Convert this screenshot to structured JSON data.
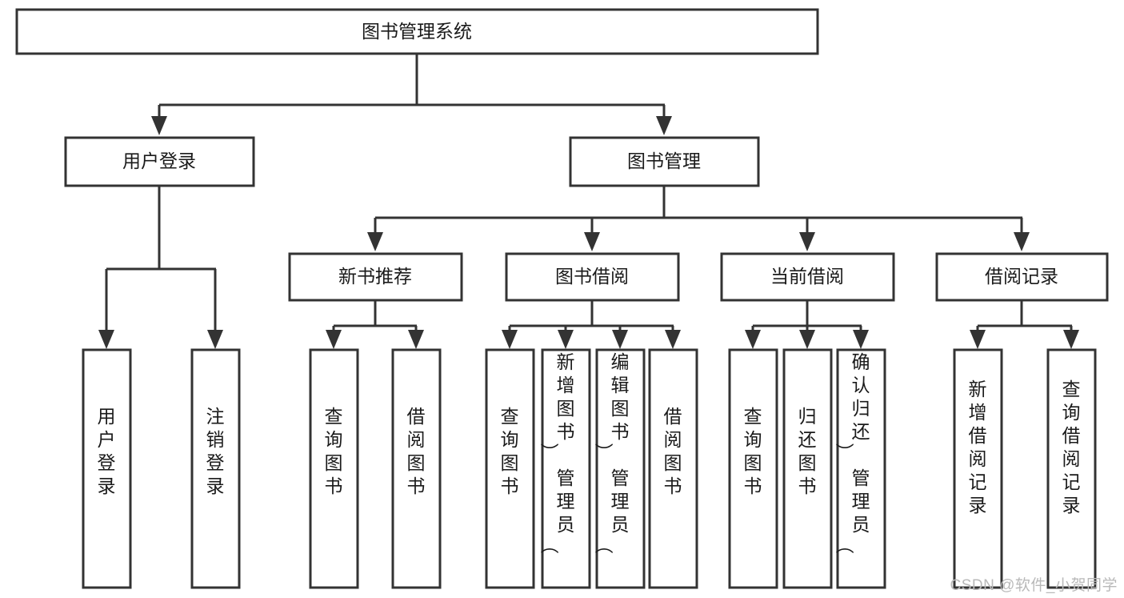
{
  "diagram": {
    "type": "tree-hierarchy",
    "title": "图书管理系统",
    "root": {
      "id": "root",
      "label": "图书管理系统",
      "orientation": "horizontal"
    },
    "level2": [
      {
        "id": "user-login",
        "label": "用户登录",
        "orientation": "horizontal"
      },
      {
        "id": "book-manage",
        "label": "图书管理",
        "orientation": "horizontal"
      }
    ],
    "level3": [
      {
        "id": "new-book-rec",
        "label": "新书推荐",
        "parent": "book-manage",
        "orientation": "horizontal"
      },
      {
        "id": "book-borrow",
        "label": "图书借阅",
        "parent": "book-manage",
        "orientation": "horizontal"
      },
      {
        "id": "current-borrow",
        "label": "当前借阅",
        "parent": "book-manage",
        "orientation": "horizontal"
      },
      {
        "id": "borrow-record",
        "label": "借阅记录",
        "parent": "book-manage",
        "orientation": "horizontal"
      }
    ],
    "leaves": [
      {
        "id": "leaf-user-login",
        "label": "用户登录",
        "parent": "user-login",
        "orientation": "vertical"
      },
      {
        "id": "leaf-user-logout",
        "label": "注销登录",
        "parent": "user-login",
        "orientation": "vertical"
      },
      {
        "id": "leaf-query-book-1",
        "label": "查询图书",
        "parent": "new-book-rec",
        "orientation": "vertical"
      },
      {
        "id": "leaf-borrow-book-1",
        "label": "借阅图书",
        "parent": "new-book-rec",
        "orientation": "vertical"
      },
      {
        "id": "leaf-query-book-2",
        "label": "查询图书",
        "parent": "book-borrow",
        "orientation": "vertical"
      },
      {
        "id": "leaf-add-book",
        "label": "新增图书（管理员）",
        "parent": "book-borrow",
        "orientation": "vertical"
      },
      {
        "id": "leaf-edit-book",
        "label": "编辑图书（管理员）",
        "parent": "book-borrow",
        "orientation": "vertical"
      },
      {
        "id": "leaf-borrow-book-2",
        "label": "借阅图书",
        "parent": "book-borrow",
        "orientation": "vertical"
      },
      {
        "id": "leaf-query-book-3",
        "label": "查询图书",
        "parent": "current-borrow",
        "orientation": "vertical"
      },
      {
        "id": "leaf-return-book",
        "label": "归还图书",
        "parent": "current-borrow",
        "orientation": "vertical"
      },
      {
        "id": "leaf-confirm-return",
        "label": "确认归还（管理员）",
        "parent": "current-borrow",
        "orientation": "vertical"
      },
      {
        "id": "leaf-add-record",
        "label": "新增借阅记录",
        "parent": "borrow-record",
        "orientation": "vertical"
      },
      {
        "id": "leaf-query-record",
        "label": "查询借阅记录",
        "parent": "borrow-record",
        "orientation": "vertical"
      }
    ],
    "colors": {
      "box_stroke": "#333333",
      "box_fill": "#ffffff",
      "text": "#1a1a1a",
      "connector": "#333333",
      "watermark": "#b9b9b9",
      "background": "#ffffff"
    }
  },
  "watermark": {
    "text": "CSDN @软件_小贺同学"
  }
}
